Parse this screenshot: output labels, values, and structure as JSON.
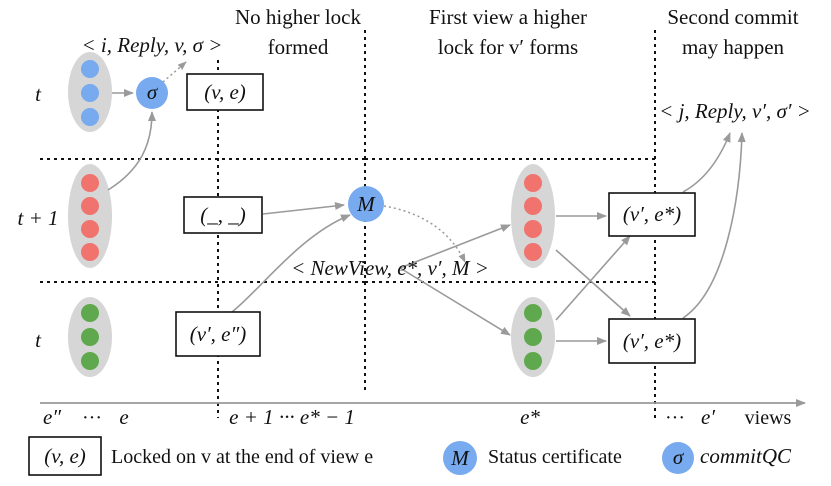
{
  "headers": {
    "col2": [
      "No higher lock",
      "formed"
    ],
    "col3": [
      "First view a higher",
      "lock for v′ forms"
    ],
    "col4": [
      "Second commit",
      "may happen"
    ]
  },
  "rows": {
    "top": "t",
    "middle": "t + 1",
    "bottom": "t"
  },
  "messages": {
    "reply1": "< i, Reply, v, σ >",
    "reply2": "< j, Reply, v′, σ′ >",
    "newview": "< NewView, e*, v′, M >"
  },
  "boxes": {
    "top": "(v, e)",
    "middle": "(_, _)",
    "bottom": "(v′, e″)",
    "right_mid": "(v′, e*)",
    "right_bot": "(v′, e*)"
  },
  "circles": {
    "sigma": "σ",
    "M": "M"
  },
  "axis": {
    "e_dprime": "e″",
    "dots1": "···",
    "e": "e",
    "e_plus_1": "e + 1 ··· e* − 1",
    "e_star": "e*",
    "dots2": "···",
    "e_prime": "e′",
    "views": "views"
  },
  "legend": {
    "box": "(v, e)",
    "box_text": "Locked on v at the end of view e",
    "M": "M",
    "M_text": "Status certificate",
    "sigma": "σ",
    "sigma_text": "commitQC"
  },
  "colors": {
    "blue": "#77aaee",
    "red": "#f0736e",
    "green": "#5fa84e",
    "pill": "#d6d6d6",
    "arrow": "#9a9a9a"
  }
}
